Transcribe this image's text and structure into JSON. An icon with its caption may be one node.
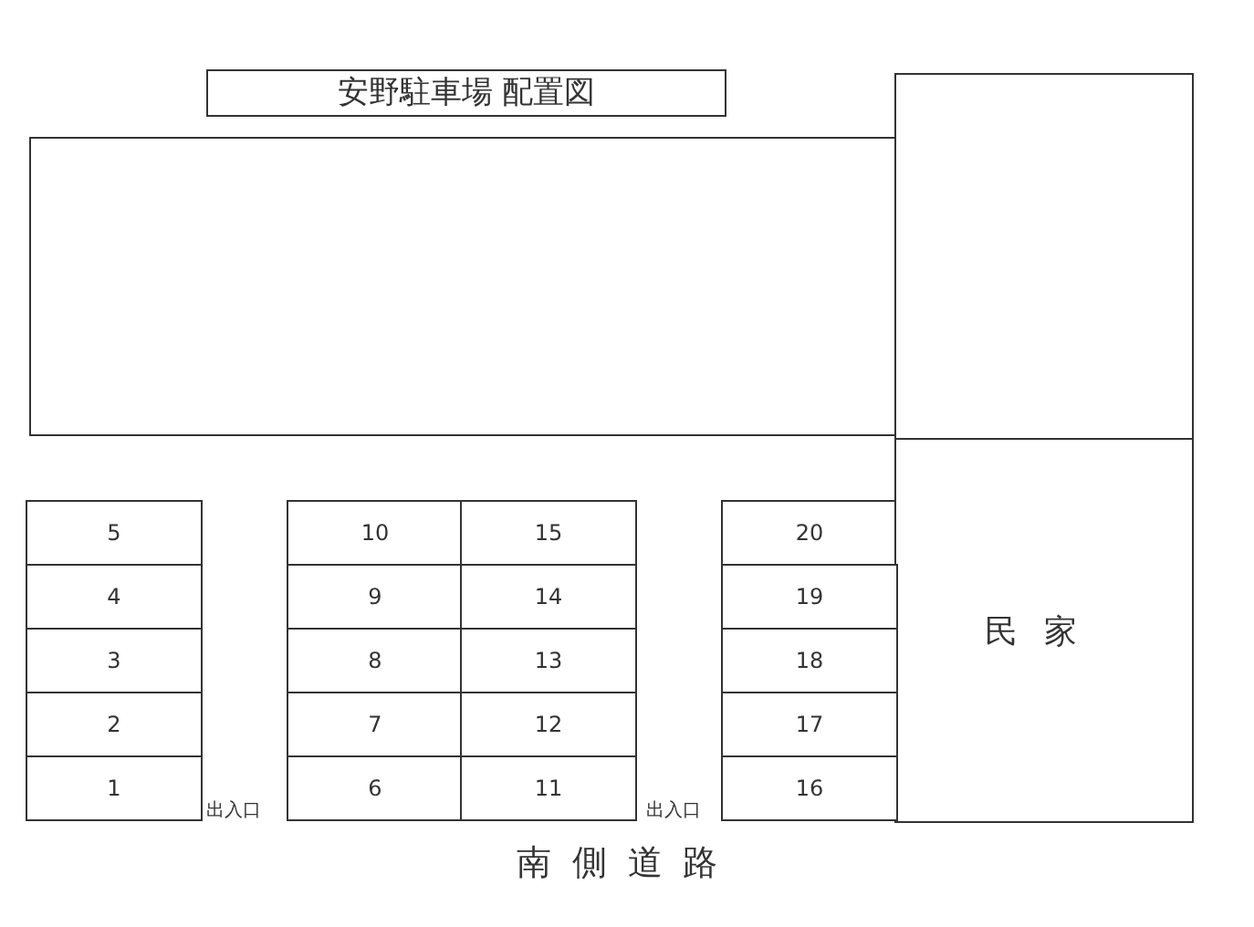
{
  "diagram": {
    "title": "安野駐車場 配置図",
    "nodes": [
      {
        "text": [],
        "shape": "box"
      },
      {
        "text": [],
        "shape": "box"
      },
      {
        "text": [
          "5"
        ]
      },
      {
        "text": [
          "10"
        ]
      },
      {
        "text": [
          "15"
        ]
      },
      {
        "text": [
          "20"
        ]
      },
      {
        "text": [
          "民家"
        ]
      },
      {
        "text": [
          "4"
        ]
      },
      {
        "text": [
          "9"
        ]
      },
      {
        "text": [
          "14"
        ]
      },
      {
        "text": [
          "19"
        ]
      },
      {
        "text": [
          "3"
        ]
      },
      {
        "text": [
          "8"
        ]
      },
      {
        "text": [
          "13"
        ]
      },
      {
        "text": [
          "18"
        ]
      },
      {
        "text": [
          "2"
        ]
      },
      {
        "text": [
          "7"
        ]
      },
      {
        "text": [
          "12"
        ]
      },
      {
        "text": [
          "17"
        ]
      },
      {
        "text": [
          "1"
        ]
      },
      {
        "text": [
          "6"
        ]
      },
      {
        "text": [
          "11"
        ]
      },
      {
        "text": [
          "16"
        ]
      }
    ],
    "labels": [
      "出入口",
      "出入口",
      "南側道路"
    ]
  }
}
